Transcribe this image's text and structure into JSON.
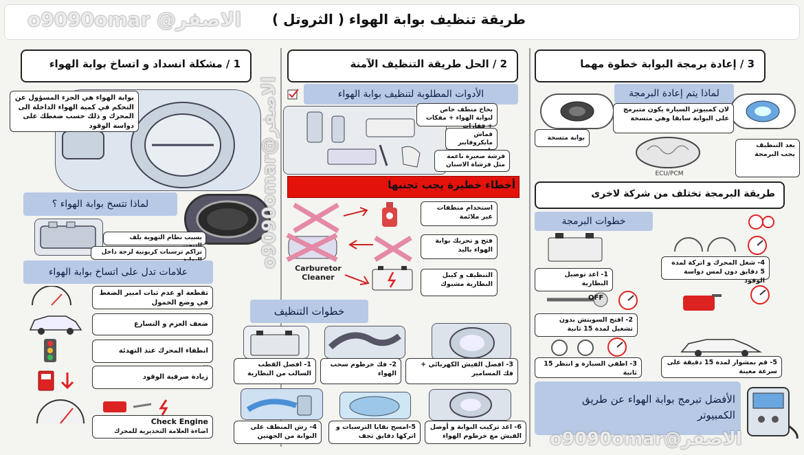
{
  "title": "طريقة تنظيف بوابة الهواء ( الثروتل )",
  "watermark": "o9090omar @الاصفر",
  "watermark_bottom": "o9090omar@الاصفر",
  "watermark_vertical": "o9090omar@الاصفر",
  "colors": {
    "header_blue": "#b8c9e6",
    "danger_red": "#e3120b",
    "pink_x": "#e58aa6"
  },
  "sec1": {
    "heading": "1 / مشكلة انسداد و اتساخ بوابة الهواء",
    "intro": "بوابة الهواء هي الجزء المسؤول عن التحكم في كمية الهواء الداخلة الى المحرك و ذلك حسب ضغطك على دواسة الوقود",
    "why_title": "لماذا تتسخ بوابة الهواء ؟",
    "cause1": "بسبب نظام التهوية بلف التبخير",
    "cause2": "تراكم ترسبات كربونية لزجة داخل البوابة",
    "signs_title": "علامات تدل على اتساخ بوابة الهواء",
    "signs": [
      "تقطعة او عدم ثبات امبير الضغط في وضع الخمول",
      "ضعف العزم و التسارع",
      "انطفاء المحرك عند التهدئة للوقوف",
      "زيادة صرفية الوقود"
    ],
    "check_engine_title": "Check Engine",
    "check_engine_desc": "اضاءة العلامة التحذيرية للمحرك"
  },
  "sec2": {
    "heading": "2 / الحل طريقة التنظيف الآمنة",
    "tools_title": "الأدوات المطلوبة لتنظيف بوابة الهواء",
    "tools": [
      "بخاخ منظف خاص لبوابة الهواء + مفكات + قفازات",
      "قماش مايكروفايبر ناعمة",
      "فرشة صغيرة ناعمة مثل فرشاة الاسنان"
    ],
    "warn_title": "أخطاء خطيرة يجب تجنبها",
    "mistakes": [
      "استخدام منظفات غير ملائمة",
      "فتح و تحريك بوابة الهواء باليد",
      "التنظيف و كيبل البطارية مشبوك"
    ],
    "carb_label": "Carburetor Cleaner",
    "steps_title": "خطوات التنظيف",
    "steps": [
      "1- افصل القطب السالب من البطارية",
      "2- فك خرطوم سحب الهواء",
      "3- افصل الفيش الكهربائي + فك المسامير",
      "4- رش المنظف على البوابة من الجهتين",
      "5-امسح بقايا الترسبات و اتركها دقايق تجف",
      "6- اعد تركيب البوابة و أوصل الفيش مع خرطوم الهواء"
    ]
  },
  "sec3": {
    "heading": "3 / إعادة برمجة البوابة خطوة مهما",
    "why_title": "لماذا يتم إعادة البرمجة",
    "reason": "لان كمبيوتر السيارة يكون متبرمج على البوابة سابقا وهي متسخة",
    "dirty_label": "بوابة متسخة",
    "after_clean": "بعد التنظيف يجب البرمجة",
    "ecu_label": "ECU/PCM",
    "varies": "طريقة البرمجة تختلف من شركة لاخرى",
    "steps_title": "خطوات البرمجة",
    "steps": [
      "1- اعد توصيل البطارية",
      "2- افتح السويتش بدون تشغيل لمدة 15 ثانية",
      "3- اطفي السيارة و انتظر 15 ثانية",
      "4- شغل المحرك و اتركة لمدة 5 دقايق دون لمس دواسة الوقود",
      "5- قم بمشوار لمدة 15 دقيقة على سرعة معينة"
    ],
    "off_label": "OFF",
    "best": "الأفضل تبرمج بوابة الهواء عن طريق الكمبيوتر"
  }
}
